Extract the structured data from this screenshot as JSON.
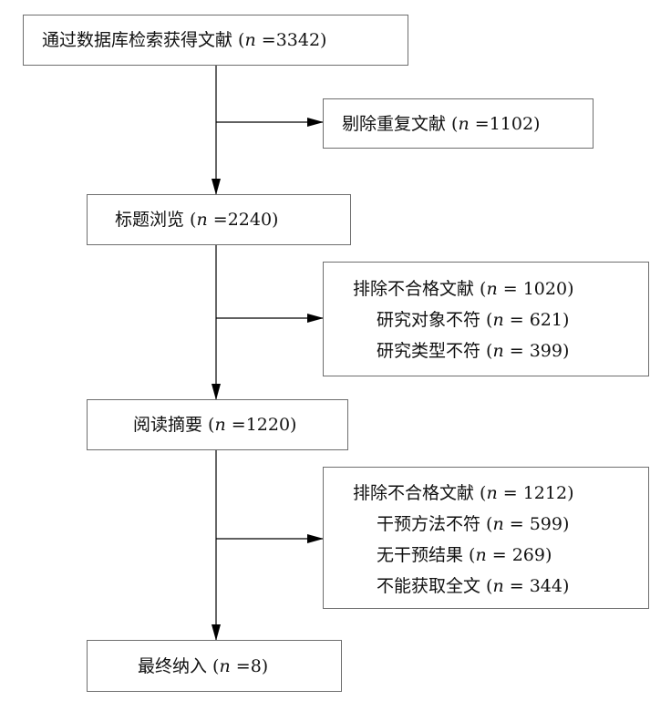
{
  "flow": {
    "step_search": {
      "label": "通过数据库检索获得文献",
      "n": "3342"
    },
    "exclude_duplicates": {
      "label": "剔除重复文献",
      "n": "1102"
    },
    "step_title": {
      "label": "标题浏览",
      "n": "2240"
    },
    "exclude_title": {
      "header": {
        "label": "排除不合格文献",
        "n": "1020"
      },
      "reasons": [
        {
          "label": "研究对象不符",
          "n": "621"
        },
        {
          "label": "研究类型不符",
          "n": "399"
        }
      ]
    },
    "step_abstract": {
      "label": "阅读摘要",
      "n": "1220"
    },
    "exclude_abstract": {
      "header": {
        "label": "排除不合格文献",
        "n": "1212"
      },
      "reasons": [
        {
          "label": "干预方法不符",
          "n": "599"
        },
        {
          "label": "无干预结果",
          "n": "269"
        },
        {
          "label": "不能获取全文",
          "n": "344"
        }
      ]
    },
    "step_final": {
      "label": "最终纳入",
      "n": "8"
    }
  },
  "colors": {
    "line": "#000000",
    "border": "#6e6e6e"
  }
}
